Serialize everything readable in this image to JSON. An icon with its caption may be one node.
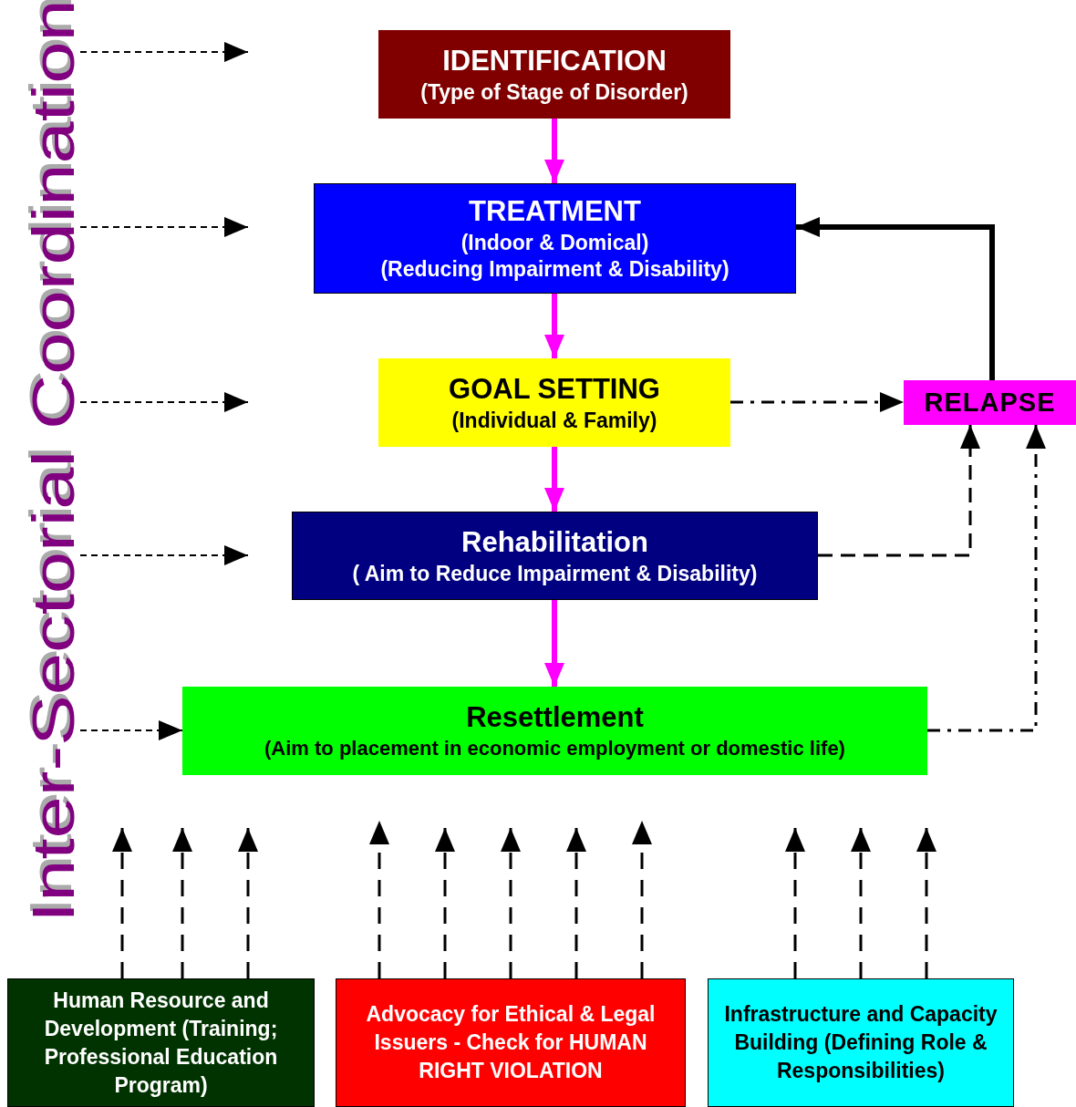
{
  "diagram": {
    "nodes": [
      {
        "text": [
          "Inter-Sectorial Coordination"
        ]
      },
      {
        "text": [
          "IDENTIFICATION",
          "(Type of Stage of Disorder)"
        ]
      },
      {
        "text": [
          "TREATMENT",
          "(Indoor & Domical)",
          "(Reducing Impairment & Disability)"
        ]
      },
      {
        "text": [
          "GOAL SETTING",
          "(Individual & Family)"
        ]
      },
      {
        "text": [
          "Rehabilitation",
          "( Aim to Reduce Impairment & Disability)"
        ]
      },
      {
        "text": [
          "Resettlement",
          "(Aim to placement in economic employment or domestic life)"
        ]
      },
      {
        "text": [
          "RELAPSE"
        ]
      },
      {
        "text": [
          "Human Resource and Development (Training; Professional Education Program)"
        ]
      },
      {
        "text": [
          "Advocacy for Ethical & Legal Issuers - Check for HUMAN RIGHT VIOLATION"
        ]
      },
      {
        "text": [
          "Infrastructure and Capacity Building (Defining Role & Responsibilities)"
        ]
      }
    ],
    "edges": [
      {
        "from": 1,
        "to": 2,
        "arrow": "to",
        "style": "thick",
        "color": "#ff00ff"
      },
      {
        "from": 2,
        "to": 3,
        "arrow": "to",
        "style": "thick",
        "color": "#ff00ff"
      },
      {
        "from": 3,
        "to": 4,
        "arrow": "to",
        "style": "thick",
        "color": "#ff00ff"
      },
      {
        "from": 4,
        "to": 5,
        "arrow": "to",
        "style": "thick",
        "color": "#ff00ff"
      },
      {
        "from": 6,
        "to": 2,
        "arrow": "to",
        "style": "thick"
      },
      {
        "from": 3,
        "to": 6,
        "arrow": "to",
        "style": "dashed"
      },
      {
        "from": 4,
        "to": 6,
        "arrow": "to",
        "style": "dashed"
      },
      {
        "from": 5,
        "to": 6,
        "arrow": "to",
        "style": "dashed"
      },
      {
        "from": 0,
        "to": null,
        "arrow": "to",
        "style": "dashed"
      },
      {
        "from": 0,
        "to": null,
        "arrow": "to",
        "style": "dashed"
      },
      {
        "from": 0,
        "to": null,
        "arrow": "to",
        "style": "dashed"
      },
      {
        "from": 0,
        "to": null,
        "arrow": "to",
        "style": "dashed"
      },
      {
        "from": 0,
        "to": 5,
        "arrow": "to",
        "style": "dashed"
      },
      {
        "from": 7,
        "to": null,
        "arrow": "to",
        "style": "dashed"
      },
      {
        "from": 7,
        "to": null,
        "arrow": "to",
        "style": "dashed"
      },
      {
        "from": 7,
        "to": null,
        "arrow": "to",
        "style": "dashed"
      },
      {
        "from": 8,
        "to": null,
        "arrow": "to",
        "style": "dashed"
      },
      {
        "from": 8,
        "to": null,
        "arrow": "to",
        "style": "dashed"
      },
      {
        "from": 8,
        "to": null,
        "arrow": "to",
        "style": "dashed"
      },
      {
        "from": 8,
        "to": null,
        "arrow": "to",
        "style": "dashed"
      },
      {
        "from": 8,
        "to": null,
        "arrow": "to",
        "style": "dashed"
      },
      {
        "from": 9,
        "to": null,
        "arrow": "to",
        "style": "dashed"
      },
      {
        "from": 9,
        "to": null,
        "arrow": "to",
        "style": "dashed"
      },
      {
        "from": 9,
        "to": null,
        "arrow": "to",
        "style": "dashed"
      }
    ]
  }
}
